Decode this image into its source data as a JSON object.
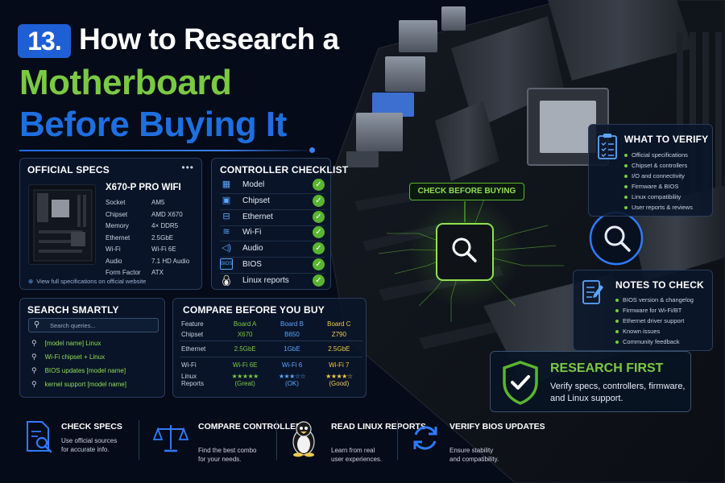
{
  "title": {
    "number": "13.",
    "line1": "How to Research a",
    "line2": "Motherboard",
    "line3": "Before Buying It"
  },
  "official_specs": {
    "heading": "OFFICIAL SPECS",
    "menu_icon": "ellipsis-icon",
    "model": "X670-P PRO WIFI",
    "rows": [
      {
        "label": "Socket",
        "value": "AM5"
      },
      {
        "label": "Chipset",
        "value": "AMD X670"
      },
      {
        "label": "Memory",
        "value": "4× DDR5"
      },
      {
        "label": "Ethernet",
        "value": "2.5GbE"
      },
      {
        "label": "Wi-Fi",
        "value": "Wi-Fi 6E"
      },
      {
        "label": "Audio",
        "value": "7.1 HD Audio"
      },
      {
        "label": "Form Factor",
        "value": "ATX"
      }
    ],
    "link": "View full specifications on official website"
  },
  "controller_checklist": {
    "heading": "CONTROLLER CHECKLIST",
    "items": [
      {
        "icon": "chip-icon",
        "label": "Model"
      },
      {
        "icon": "chipset-icon",
        "label": "Chipset"
      },
      {
        "icon": "ethernet-icon",
        "label": "Ethernet"
      },
      {
        "icon": "wifi-icon",
        "label": "Wi-Fi"
      },
      {
        "icon": "speaker-icon",
        "label": "Audio"
      },
      {
        "icon": "bios-icon",
        "label": "BIOS",
        "badge": "BIOS"
      },
      {
        "icon": "linux-penguin-icon",
        "label": "Linux reports"
      }
    ]
  },
  "search_smartly": {
    "heading": "SEARCH SMARTLY",
    "placeholder": "Search queries...",
    "queries": [
      "[model name] Linux",
      "Wi-Fi chipset + Linux",
      "BIOS updates [model name]",
      "kernel support [model name]"
    ]
  },
  "compare": {
    "heading": "COMPARE BEFORE YOU BUY",
    "columns": [
      "Feature",
      "Board A",
      "Board B",
      "Board C"
    ],
    "rows": [
      {
        "feature": "Chipset",
        "a": "X670",
        "b": "B650",
        "c": "Z790"
      },
      {
        "feature": "Ethernet",
        "a": "2.5GbE",
        "b": "1GbE",
        "c": "2.5GbE"
      },
      {
        "feature": "Wi-Fi",
        "a": "Wi-Fi 6E",
        "b": "Wi-Fi 6",
        "c": "Wi-Fi 7"
      }
    ],
    "linux_reports": {
      "label": "Linux Reports",
      "a": {
        "stars": 5,
        "text": "(Great)"
      },
      "b": {
        "stars": 3,
        "text": "(OK)"
      },
      "c": {
        "stars": 4,
        "text": "(Good)"
      }
    },
    "colors": {
      "a": "#7ac943",
      "b": "#5aa7ff",
      "c": "#f2c94c"
    }
  },
  "check_label": "CHECK BEFORE BUYING",
  "what_to_verify": {
    "heading": "WHAT TO VERIFY",
    "icon": "checklist-clipboard-icon",
    "items": [
      "Official specifications",
      "Chipset & controllers",
      "I/O and connectivity",
      "Firmware & BIOS",
      "Linux compatibility",
      "User reports & reviews"
    ]
  },
  "notes_to_check": {
    "heading": "NOTES TO CHECK",
    "icon": "notepad-pen-icon",
    "items": [
      "BIOS version & changelog",
      "Firmware for Wi-Fi/BT",
      "Ethernet driver support",
      "Known issues",
      "Community feedback"
    ]
  },
  "research_first": {
    "title": "RESEARCH FIRST",
    "text": "Verify specs, controllers, firmware, and Linux support."
  },
  "features": [
    {
      "icon": "document-search-icon",
      "title": "CHECK SPECS",
      "desc": [
        "Use official sources",
        "for accurate info."
      ]
    },
    {
      "icon": "balance-scale-icon",
      "title": "COMPARE CONTROLLERS",
      "desc": [
        "Find the best combo",
        "for your needs."
      ]
    },
    {
      "icon": "linux-penguin-icon",
      "title": "READ LINUX REPORTS",
      "desc": [
        "Learn from real",
        "user experiences."
      ]
    },
    {
      "icon": "refresh-arrows-icon",
      "title": "VERIFY BIOS UPDATES",
      "desc": [
        "Ensure stability",
        "and compatibility."
      ]
    }
  ],
  "colors": {
    "green": "#7ac943",
    "blue": "#1e6fe0",
    "background": "#050b18",
    "panel_border": "#2a3d5c"
  }
}
